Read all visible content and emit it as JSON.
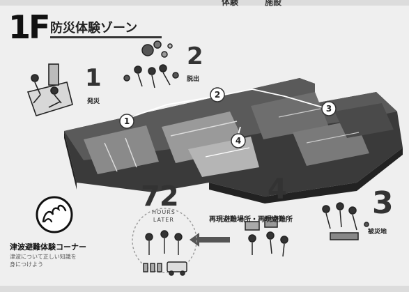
{
  "header": {
    "fragment_1": "体験",
    "fragment_2": "施設"
  },
  "title": {
    "floor": "1F",
    "zone": "防災体験ゾーン"
  },
  "steps": [
    {
      "number": "1",
      "label": "発災"
    },
    {
      "number": "2",
      "label": "脱出"
    },
    {
      "number": "3",
      "label": "被災地"
    },
    {
      "number": "4",
      "label": "再現避難場所・再現避難所"
    }
  ],
  "later": {
    "number": "72",
    "line1": "HOURS",
    "line2": "LATER"
  },
  "map_markers": [
    "1",
    "2",
    "3",
    "4"
  ],
  "tsunami": {
    "title": "津波避難体験コーナー",
    "desc_line1": "津波について正しい知識を",
    "desc_line2": "身につけよう"
  }
}
